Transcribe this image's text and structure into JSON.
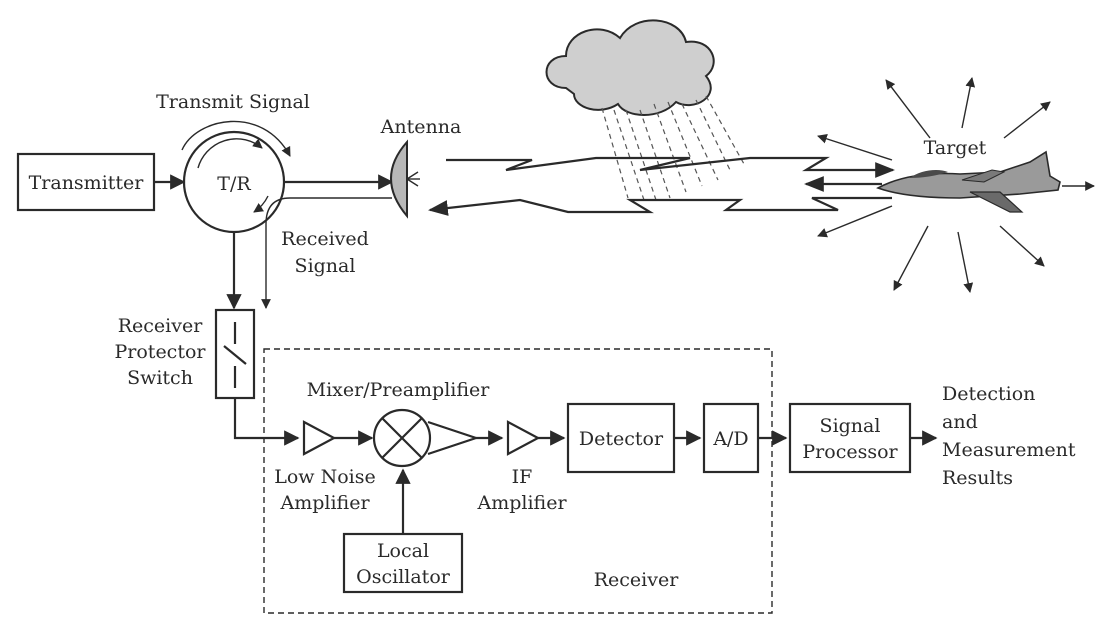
{
  "labels": {
    "transmitter": "Transmitter",
    "tr_switch": "T/R",
    "transmit_signal": "Transmit Signal",
    "antenna": "Antenna",
    "target": "Target",
    "received_signal_1": "Received",
    "received_signal_2": "Signal",
    "protector_1": "Receiver",
    "protector_2": "Protector",
    "protector_3": "Switch",
    "mixer": "Mixer/Preamplifier",
    "lna_1": "Low Noise",
    "lna_2": "Amplifier",
    "if_1": "IF",
    "if_2": "Amplifier",
    "detector": "Detector",
    "adc": "A/D",
    "signal_processor_1": "Signal",
    "signal_processor_2": "Processor",
    "results_1": "Detection",
    "results_2": "and",
    "results_3": "Measurement",
    "results_4": "Results",
    "local_osc_1": "Local",
    "local_osc_2": "Oscillator",
    "receiver": "Receiver"
  }
}
